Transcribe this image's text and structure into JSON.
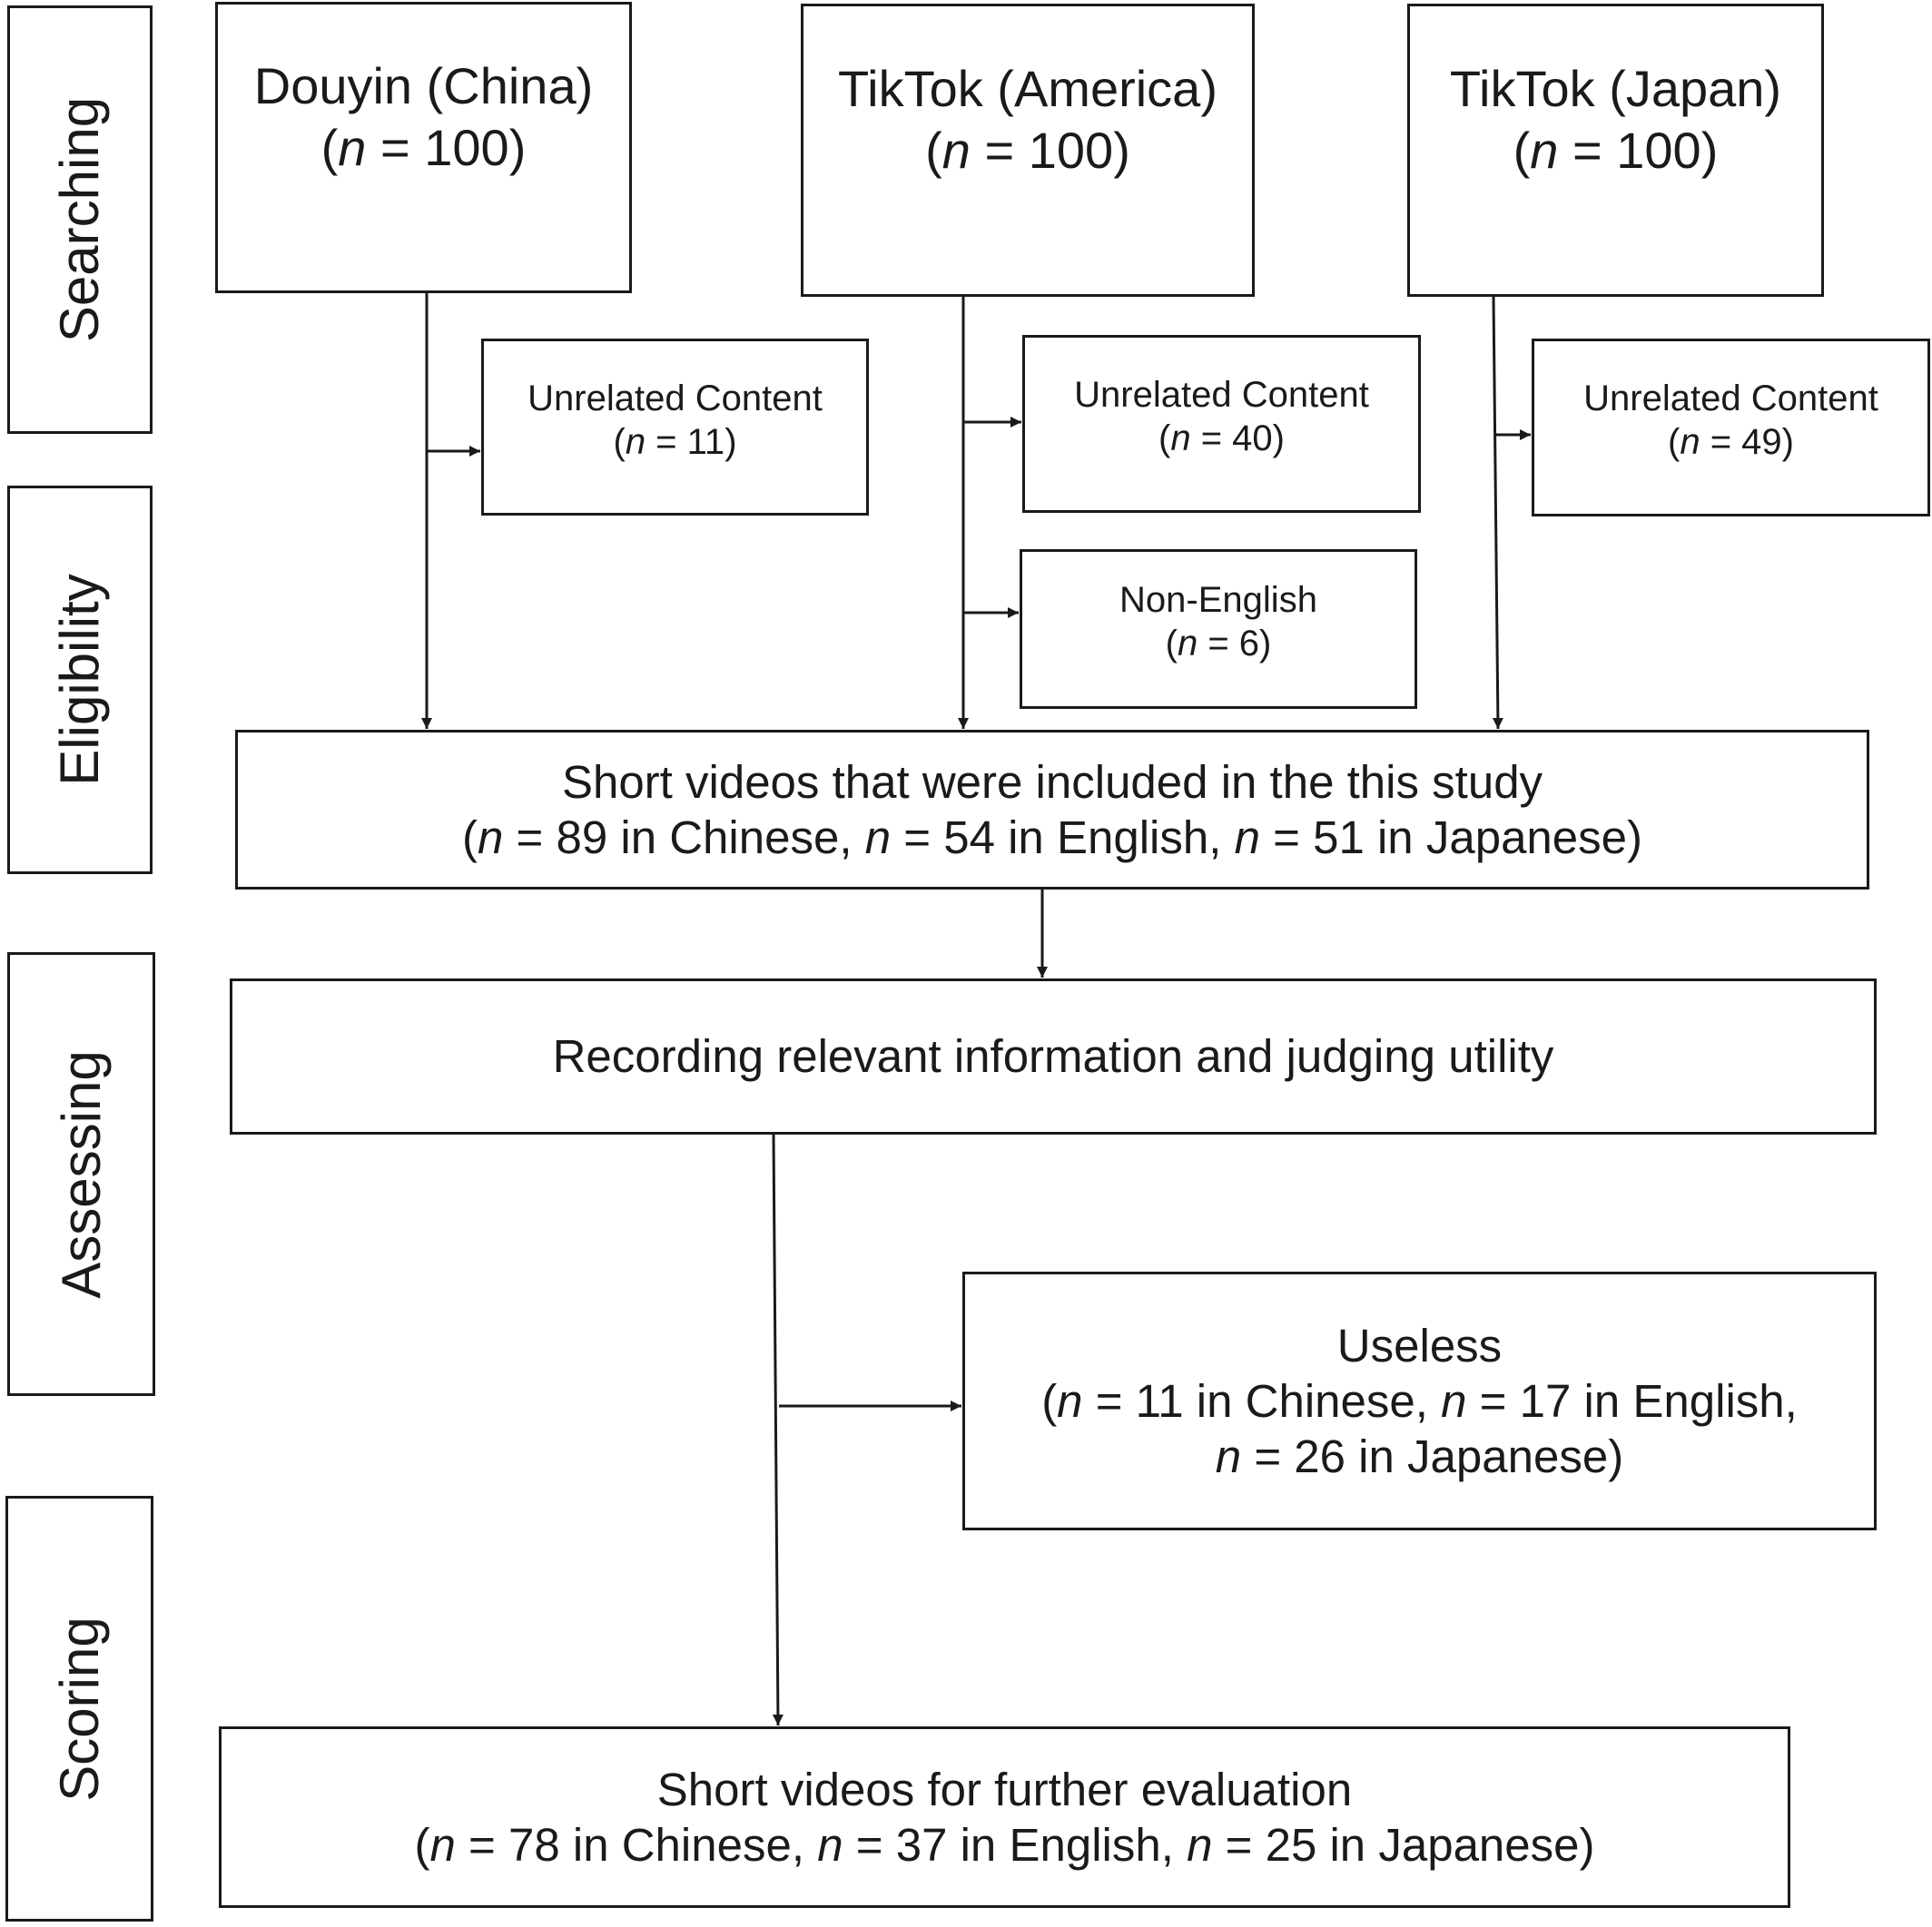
{
  "stages": {
    "searching": "Searching",
    "eligibility": "Eligibility",
    "assessing": "Assessing",
    "scoring": "Scoring"
  },
  "sources": {
    "douyin": {
      "title": "Douyin (China)",
      "n": "100"
    },
    "tiktok_america": {
      "title": "TikTok (America)",
      "n": "100"
    },
    "tiktok_japan": {
      "title": "TikTok (Japan)",
      "n": "100"
    }
  },
  "exclusions": {
    "douyin_unrelated": {
      "title": "Unrelated Content",
      "n": "11"
    },
    "america_unrelated": {
      "title": "Unrelated Content",
      "n": "40"
    },
    "america_non_english": {
      "title": "Non-English",
      "n": "6"
    },
    "japan_unrelated": {
      "title": "Unrelated Content",
      "n": "49"
    }
  },
  "included": {
    "title": "Short videos that were included in the this study",
    "chinese": "89 in Chinese",
    "english": "54 in English",
    "japanese": "51 in Japanese"
  },
  "assessing_box": {
    "title": "Recording relevant information and judging utility"
  },
  "useless": {
    "title": "Useless",
    "chinese": "11 in Chinese",
    "english": "17 in English",
    "japanese": "26 in Japanese"
  },
  "final": {
    "title": "Short videos for further evaluation",
    "chinese": "78 in Chinese",
    "english": "37 in English",
    "japanese": "25 in Japanese"
  },
  "symbols": {
    "n": "n",
    "eq": " = "
  },
  "colors": {
    "stroke": "#1a1a1a",
    "background": "#ffffff"
  }
}
